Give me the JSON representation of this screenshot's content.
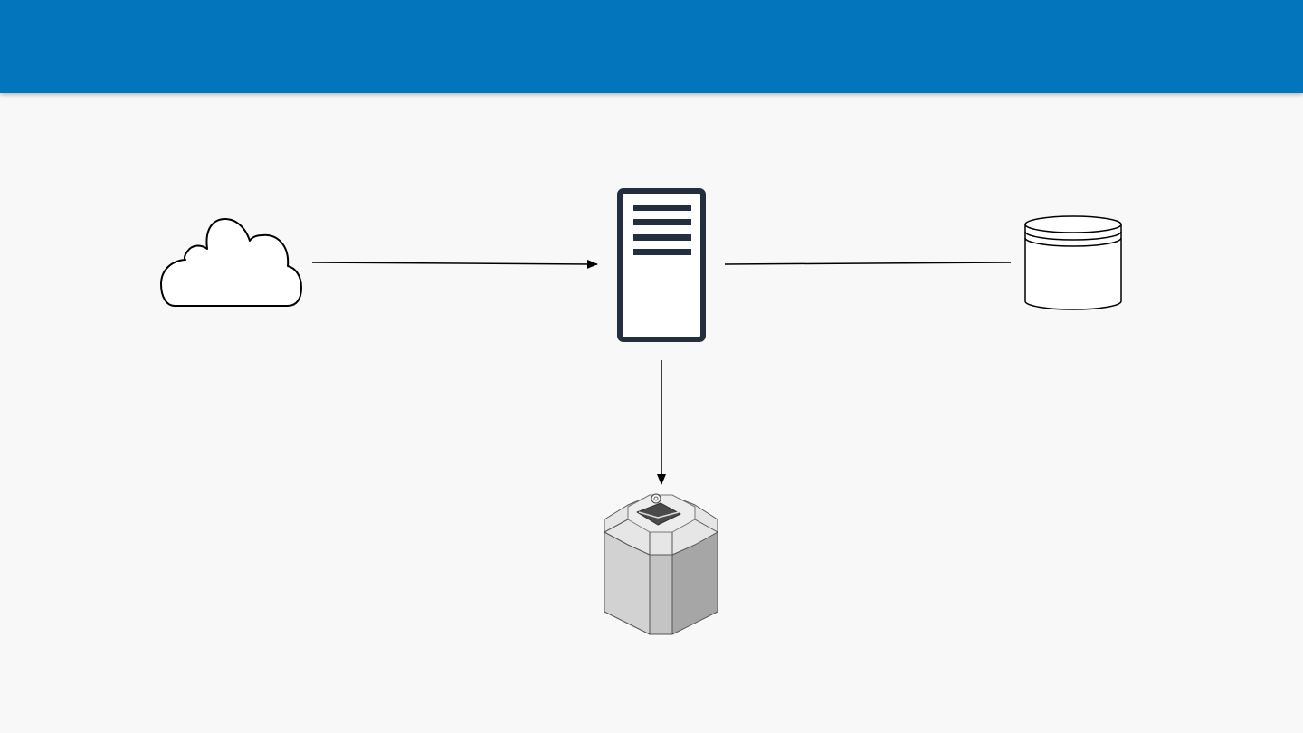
{
  "colors": {
    "header": "#0275bc",
    "background": "#f8f8f8",
    "stroke": "#000000",
    "server_stroke": "#232f3e"
  },
  "diagram": {
    "nodes": [
      {
        "id": "cloud",
        "icon": "cloud-icon"
      },
      {
        "id": "server",
        "icon": "server-document-icon"
      },
      {
        "id": "database",
        "icon": "database-cylinder-icon"
      },
      {
        "id": "mail-server",
        "icon": "mail-server-icon"
      }
    ],
    "edges": [
      {
        "from": "cloud",
        "to": "server",
        "arrow": true
      },
      {
        "from": "server",
        "to": "database",
        "arrow": false
      },
      {
        "from": "server",
        "to": "mail-server",
        "arrow": true
      }
    ]
  }
}
